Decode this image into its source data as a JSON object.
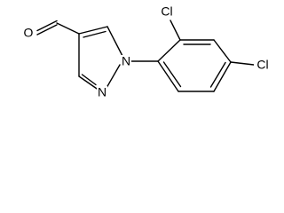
{
  "diagram": {
    "atom_labels": {
      "oxygen": "O",
      "n1": "N",
      "n2": "N",
      "cl_ortho": "Cl",
      "cl_para": "Cl"
    },
    "colors": {
      "stroke": "#000000",
      "background": "#ffffff"
    }
  }
}
